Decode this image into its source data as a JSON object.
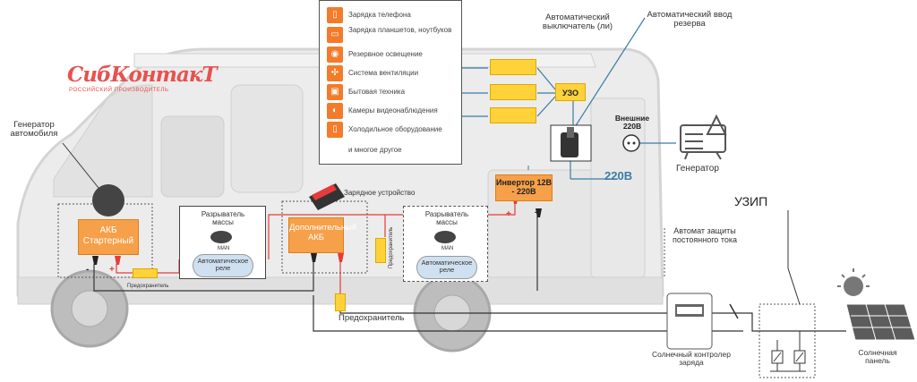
{
  "logo": {
    "name": "СибКонтакТ",
    "tagline": "РОССИЙСКИЙ ПРОИЗВОДИТЕЛЬ",
    "color": "#e8514f"
  },
  "legend_items": [
    {
      "label": "Зарядка телефона",
      "icon": "phone-icon"
    },
    {
      "label": "Зарядка планшетов, ноутбуков",
      "icon": "tablet-icon"
    },
    {
      "label": "Резервное освещение",
      "icon": "bulb-icon"
    },
    {
      "label": "Система вентиляции",
      "icon": "fan-icon"
    },
    {
      "label": "Бытовая техника",
      "icon": "microwave-icon"
    },
    {
      "label": "Камеры видеонаблюдения",
      "icon": "camera-icon"
    },
    {
      "label": "Холодильное оборудование",
      "icon": "fridge-icon"
    }
  ],
  "legend_more": "и многое другое",
  "labels": {
    "auto_breaker": "Автоматический выключатель (ли)",
    "auto_reserve": "Автоматический ввод резерва",
    "uzo": "УЗО",
    "external": "Внешние 220В",
    "generator": "Генератор",
    "car_generator": "Генератор автомобиля",
    "charger": "Зарядное устройство",
    "inverter": "Инвертор 12В - 220В",
    "v220": "220В",
    "akb_starter": "АКБ Стартерный",
    "akb_extra": "Дополнительный АКБ",
    "mass_breaker": "Разрыватель массы",
    "auto_relay": "Автоматическое реле",
    "man": "MAN",
    "fuse_small": "Предохранитель",
    "fuse": "Предохранитель",
    "dc_breaker": "Автомат защиты постоянного тока",
    "uzip": "УЗИП",
    "solar_controller": "Солнечный контролер заряда",
    "solar_panel": "Солнечная панель"
  },
  "colors": {
    "accent": "#f47b2a",
    "wire_red": "#e63b3b",
    "wire_blue": "#3a7ca5",
    "van": "#e9e9e9"
  }
}
